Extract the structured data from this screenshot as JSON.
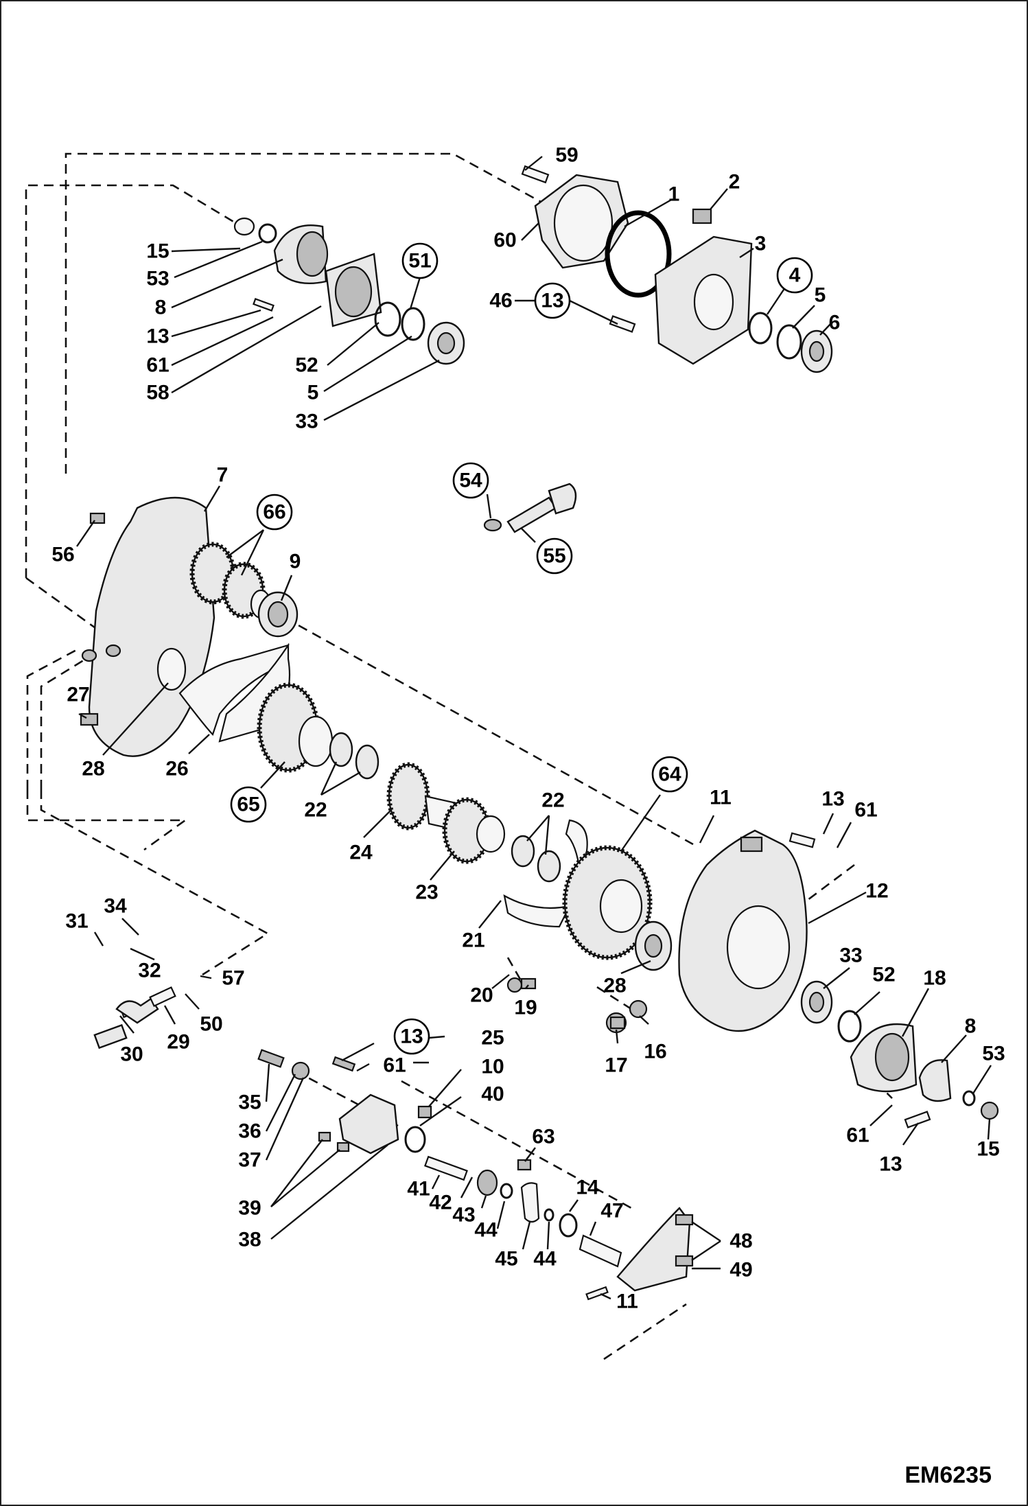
{
  "drawing": {
    "reference_code": "EM6235"
  },
  "callouts": {
    "c1": "1",
    "c2": "2",
    "c3": "3",
    "c4": "4",
    "c5a": "5",
    "c6": "6",
    "c59": "59",
    "c60": "60",
    "c46": "46",
    "c13a": "13",
    "c15a": "15",
    "c53a": "53",
    "c8a": "8",
    "c13b": "13",
    "c61a": "61",
    "c58": "58",
    "c52a": "52",
    "c5b": "5",
    "c33a": "33",
    "c51": "51",
    "c54": "54",
    "c55": "55",
    "c7": "7",
    "c56": "56",
    "c66": "66",
    "c9": "9",
    "c27": "27",
    "c28a": "28",
    "c26": "26",
    "c65": "65",
    "c22a": "22",
    "c24": "24",
    "c23": "23",
    "c22b": "22",
    "c64": "64",
    "c21": "21",
    "c28b": "28",
    "c20": "20",
    "c19": "19",
    "c11a": "11",
    "c13c": "13",
    "c61b": "61",
    "c12": "12",
    "c33b": "33",
    "c52b": "52",
    "c18": "18",
    "c8b": "8",
    "c53b": "53",
    "c17": "17",
    "c16": "16",
    "c61c": "61",
    "c13d": "13",
    "c15b": "15",
    "c31": "31",
    "c34": "34",
    "c32": "32",
    "c57": "57",
    "c30": "30",
    "c29": "29",
    "c50": "50",
    "c13e": "13",
    "c25": "25",
    "c61d": "61",
    "c10": "10",
    "c40": "40",
    "c35": "35",
    "c36": "36",
    "c37": "37",
    "c39": "39",
    "c38": "38",
    "c63": "63",
    "c41": "41",
    "c42": "42",
    "c43": "43",
    "c44a": "44",
    "c45": "45",
    "c44b": "44",
    "c14": "14",
    "c47": "47",
    "c48": "48",
    "c49": "49",
    "c11b": "11"
  }
}
